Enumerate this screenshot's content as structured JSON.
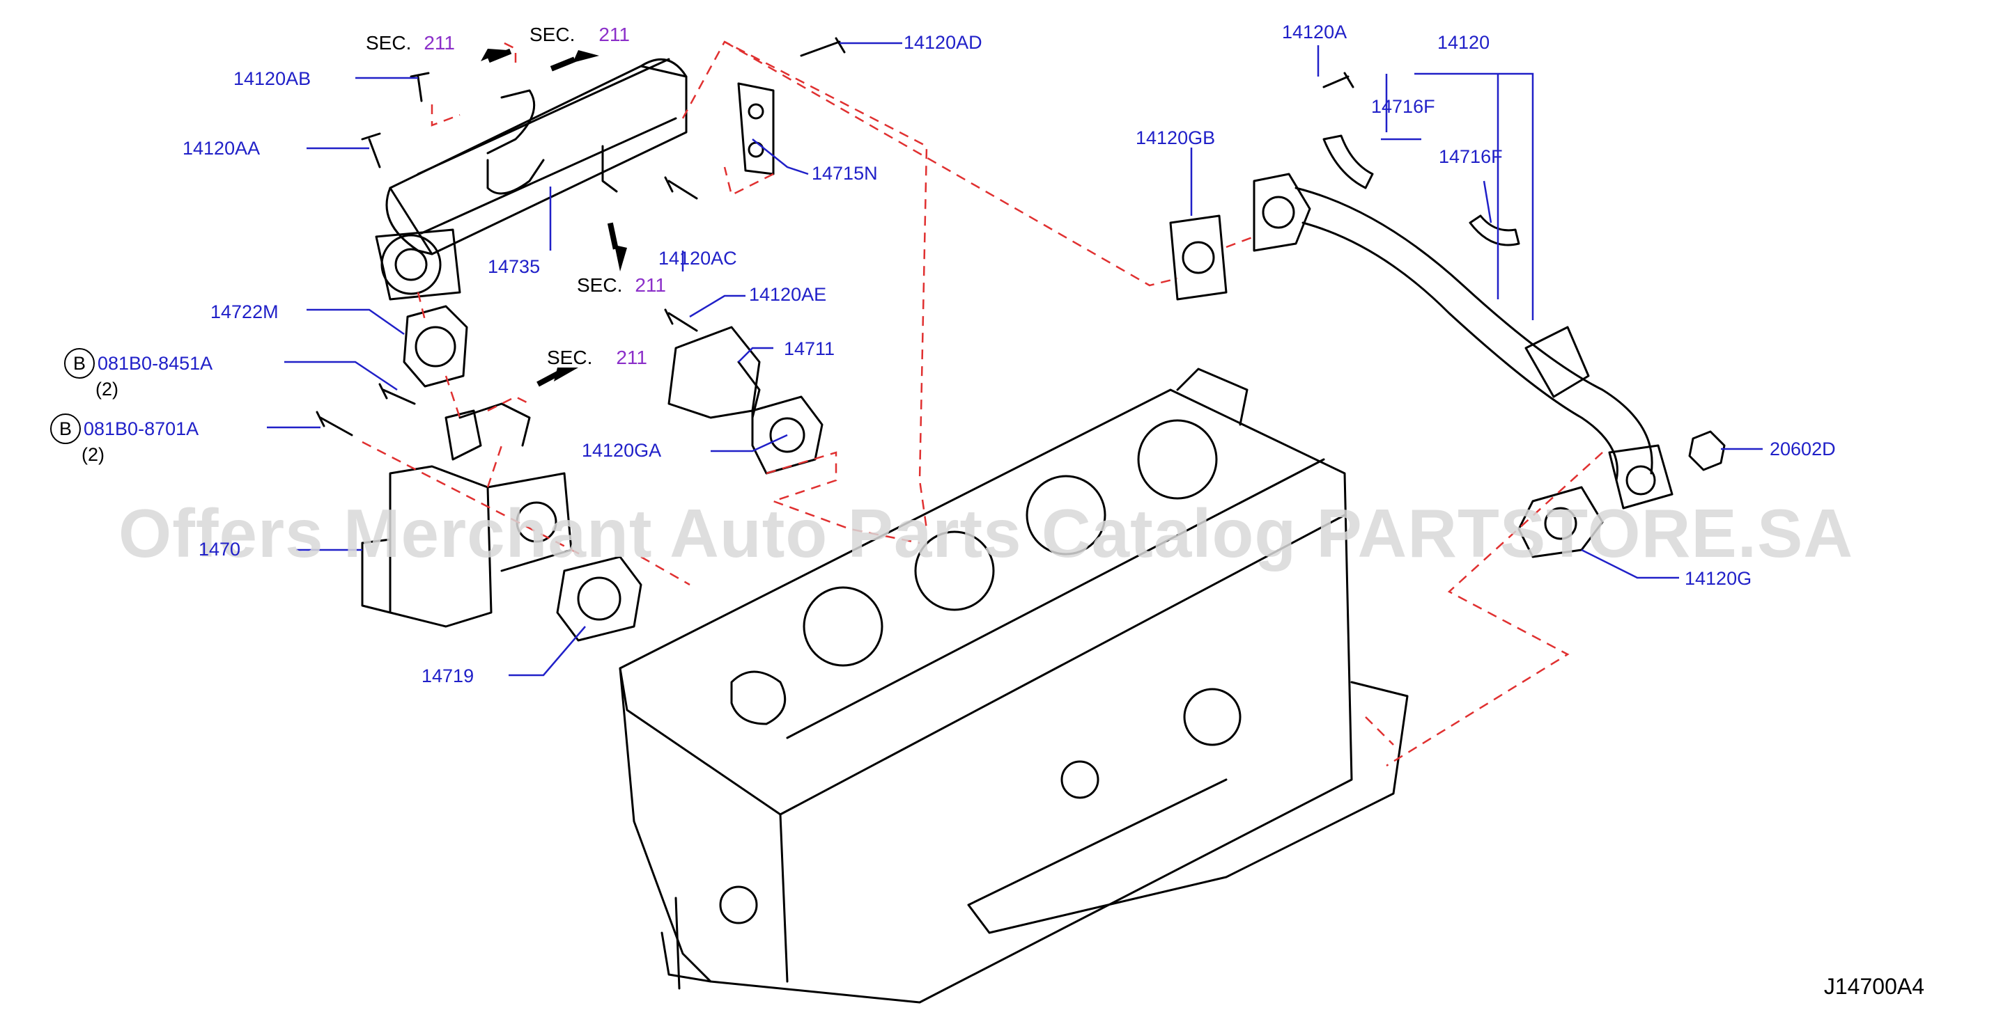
{
  "diagram": {
    "code": "J14700A4",
    "watermark": "Offers Merchant Auto Parts Catalog PARTSTORE.SA",
    "sections": [
      {
        "label": "SEC.",
        "number": "211"
      },
      {
        "label": "SEC.",
        "number": "211"
      },
      {
        "label": "SEC.",
        "number": "211"
      },
      {
        "label": "SEC.",
        "number": "211"
      }
    ],
    "parts": [
      "14120AB",
      "14120AA",
      "14735",
      "14722M",
      "081B0-8451A",
      "(2)",
      "081B0-8701A",
      "(2)",
      "1470",
      "14719",
      "14120AD",
      "14715N",
      "14120AC",
      "14120AE",
      "14711",
      "14120GA",
      "14120GB",
      "14120A",
      "14120",
      "14716F",
      "14716F",
      "20602D",
      "14120G"
    ],
    "bolt_marker": "B",
    "colors": {
      "label": "#2020c8",
      "section": "#8b2fc9",
      "dash": "#e03030",
      "watermark": "#d9d9d9"
    }
  }
}
